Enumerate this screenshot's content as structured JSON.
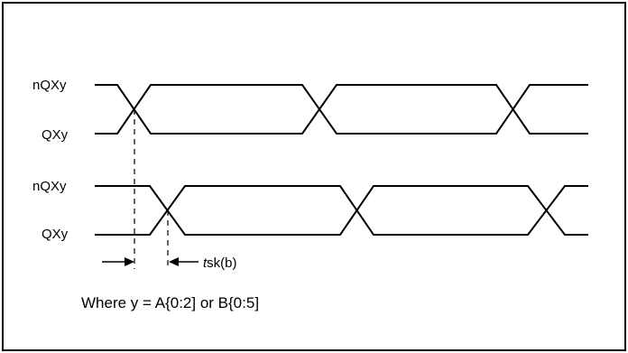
{
  "group1": {
    "upper_label": "nQXy",
    "lower_label": "QXy"
  },
  "group2": {
    "upper_label": "nQXy",
    "lower_label": "QXy"
  },
  "skew": {
    "label_italic": "t",
    "label_rest": "sk(b)"
  },
  "note": "Where y = A{0:2] or B{0:5]"
}
